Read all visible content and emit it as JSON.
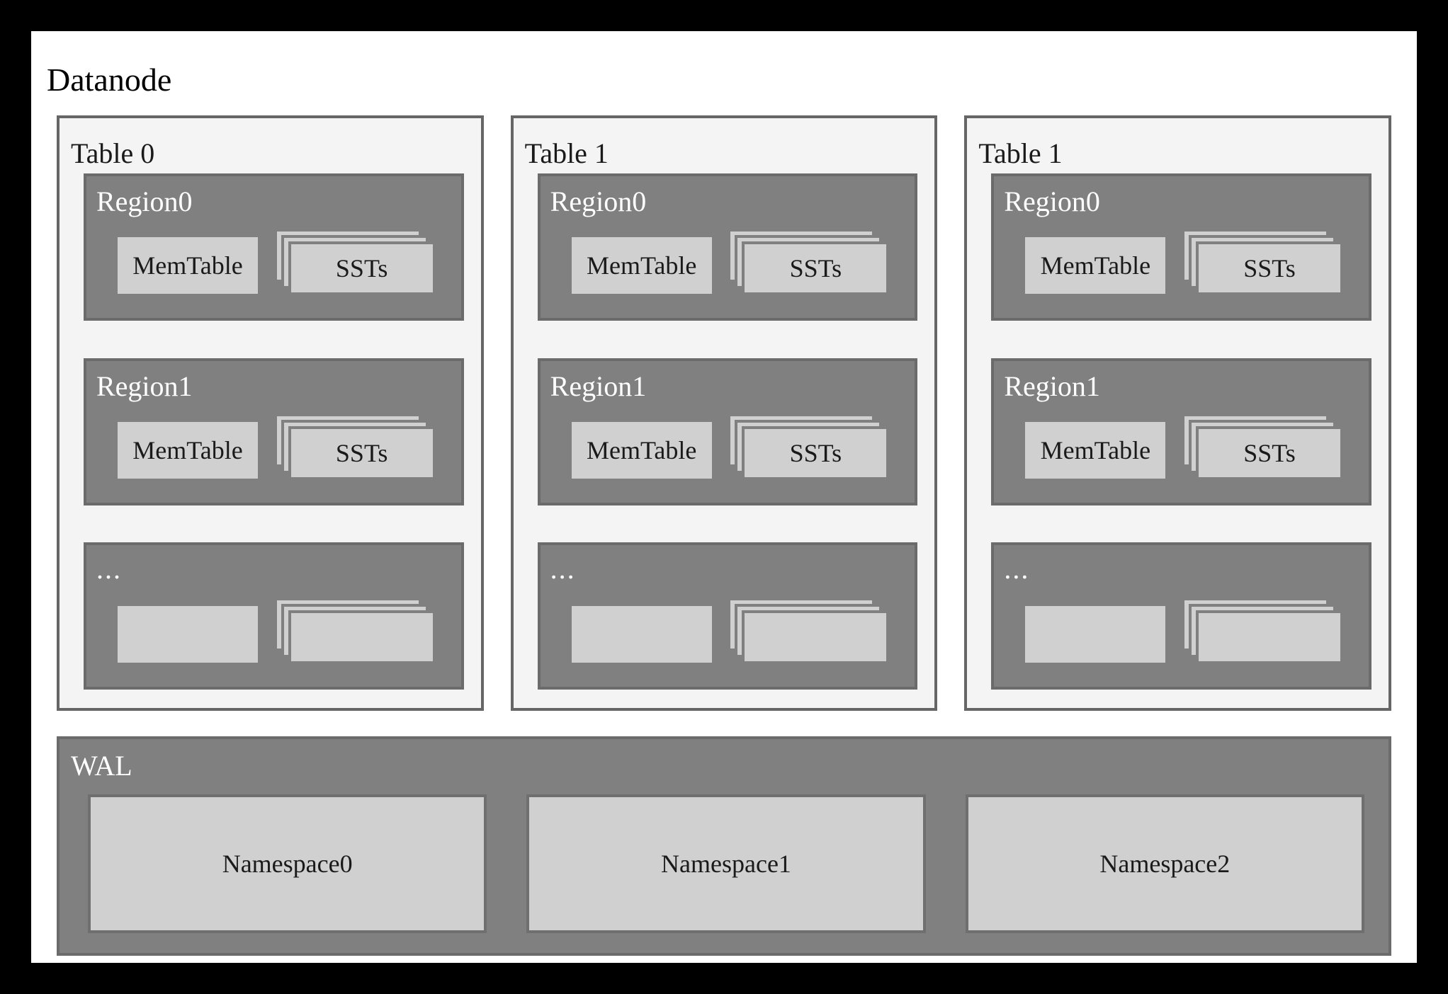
{
  "diagram": {
    "title": "Datanode",
    "colors": {
      "outer_frame": "#000000",
      "canvas": "#ffffff",
      "table_panel_fill": "#f4f4f4",
      "table_panel_border": "#666666",
      "region_fill": "#808080",
      "region_border": "#6b6b6b",
      "inner_box_fill": "#d0d0d0",
      "inner_box_border": "#808080",
      "text_dark": "#1a1a1a",
      "text_light": "#ffffff"
    }
  },
  "tables": [
    {
      "label": "Table 0",
      "regions": [
        {
          "label": "Region0",
          "memtable": "MemTable",
          "ssts": "SSTs"
        },
        {
          "label": "Region1",
          "memtable": "MemTable",
          "ssts": "SSTs"
        },
        {
          "label": "...",
          "memtable": "",
          "ssts": ""
        }
      ]
    },
    {
      "label": "Table 1",
      "regions": [
        {
          "label": "Region0",
          "memtable": "MemTable",
          "ssts": "SSTs"
        },
        {
          "label": "Region1",
          "memtable": "MemTable",
          "ssts": "SSTs"
        },
        {
          "label": "...",
          "memtable": "",
          "ssts": ""
        }
      ]
    },
    {
      "label": "Table 1",
      "regions": [
        {
          "label": "Region0",
          "memtable": "MemTable",
          "ssts": "SSTs"
        },
        {
          "label": "Region1",
          "memtable": "MemTable",
          "ssts": "SSTs"
        },
        {
          "label": "...",
          "memtable": "",
          "ssts": ""
        }
      ]
    }
  ],
  "wal": {
    "label": "WAL",
    "namespaces": [
      "Namespace0",
      "Namespace1",
      "Namespace2"
    ]
  }
}
